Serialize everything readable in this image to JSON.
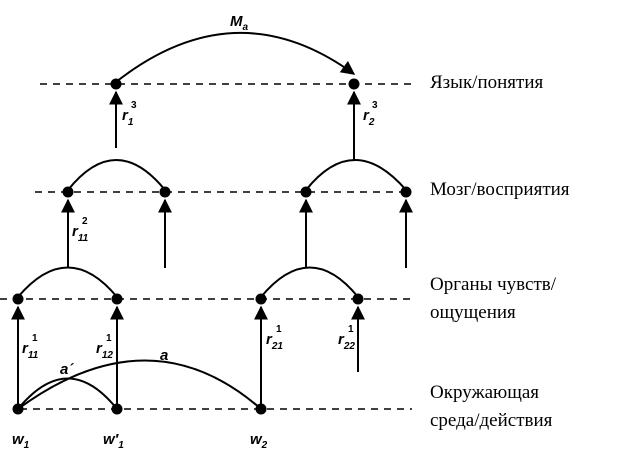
{
  "levels": {
    "language": "Язык/понятия",
    "brain": "Мозг/восприятия",
    "organs_line1": "Органы чувств/",
    "organs_line2": "ощущения",
    "env_line1": "Окружающая",
    "env_line2": "среда/действия"
  },
  "labels": {
    "Ma": {
      "main": "M",
      "sub": "a"
    },
    "r1_3": {
      "main": "r",
      "sup": "3",
      "sub": "1"
    },
    "r2_3": {
      "main": "r",
      "sup": "3",
      "sub": "2"
    },
    "r11_2": {
      "main": "r",
      "sup": "2",
      "sub": "11"
    },
    "r11_1": {
      "main": "r",
      "sup": "1",
      "sub": "11"
    },
    "r12_1": {
      "main": "r",
      "sup": "1",
      "sub": "12"
    },
    "r21_1": {
      "main": "r",
      "sup": "1",
      "sub": "21"
    },
    "r22_1": {
      "main": "r",
      "sup": "1",
      "sub": "22"
    },
    "a_prime": "a´",
    "a": "a",
    "w1": {
      "main": "w",
      "sub": "1"
    },
    "w1_prime": {
      "main": "w′",
      "sub": "1"
    },
    "w2": {
      "main": "w",
      "sub": "2"
    }
  }
}
